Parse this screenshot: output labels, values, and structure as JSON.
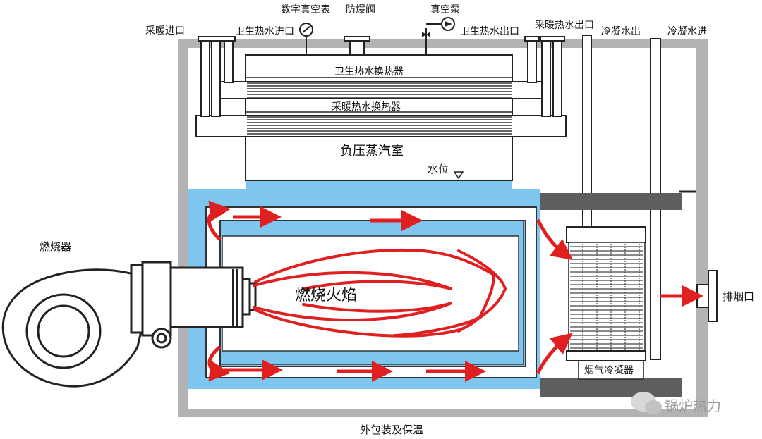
{
  "labels": {
    "heating_inlet": "采暖进口",
    "sanitary_inlet": "卫生热水进口",
    "vacuum_gauge": "数字真空表",
    "explosion_valve": "防爆阀",
    "vacuum_pump": "真空泵",
    "sanitary_outlet": "卫生热水出口",
    "heating_outlet": "采暖热水出口",
    "condensate_out": "冷凝水出",
    "condensate_in": "冷凝水进",
    "sanitary_exchanger": "卫生热水换热器",
    "heating_exchanger": "采暖热水换热器",
    "steam_chamber": "负压蒸汽室",
    "water_level": "水位",
    "burner": "燃烧器",
    "flame": "燃烧火焰",
    "flue_condenser": "烟气冷凝器",
    "exhaust": "排烟口",
    "insulation": "外包装及保温",
    "watermark": "锅炉热力"
  },
  "colors": {
    "water": "#7ec6ee",
    "casing": "#b3b3b3",
    "flame_arrow": "#e02020",
    "dark_panel": "#5e5e5e"
  }
}
